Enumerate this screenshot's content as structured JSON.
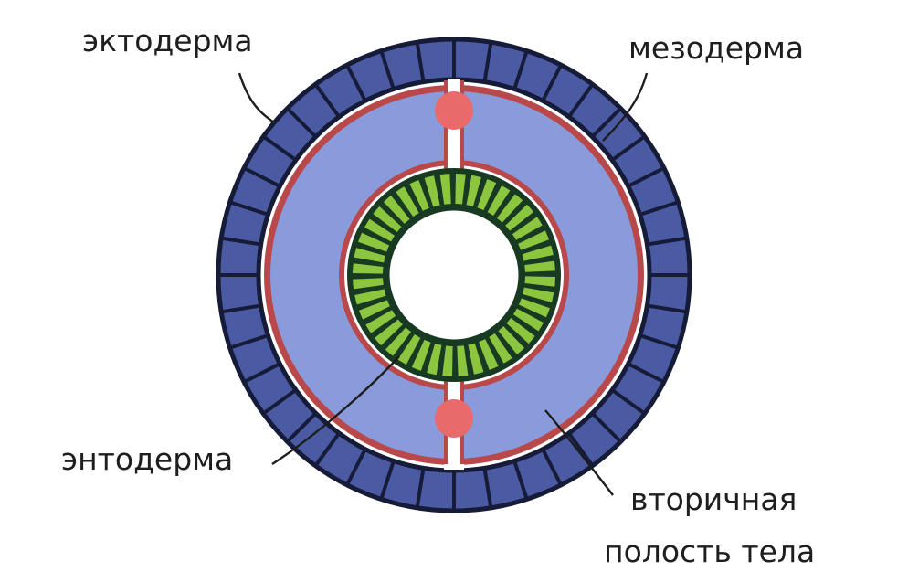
{
  "labels": {
    "ectoderm": "эктодерма",
    "mesoderm": "мезодерма",
    "endoderm": "энтодерма",
    "coelom_line1": "вторичная",
    "coelom_line2": "полость тела"
  },
  "colors": {
    "ectoderm_fill": "#4a5aa3",
    "outline": "#161b38",
    "mesoderm_fill": "#8a9bdb",
    "mesoderm_line": "#b9484b",
    "endoderm_fill": "#8cc63f",
    "endoderm_outline": "#183a22",
    "node_fill": "#e96a6a",
    "text": "#1e1e1e"
  }
}
